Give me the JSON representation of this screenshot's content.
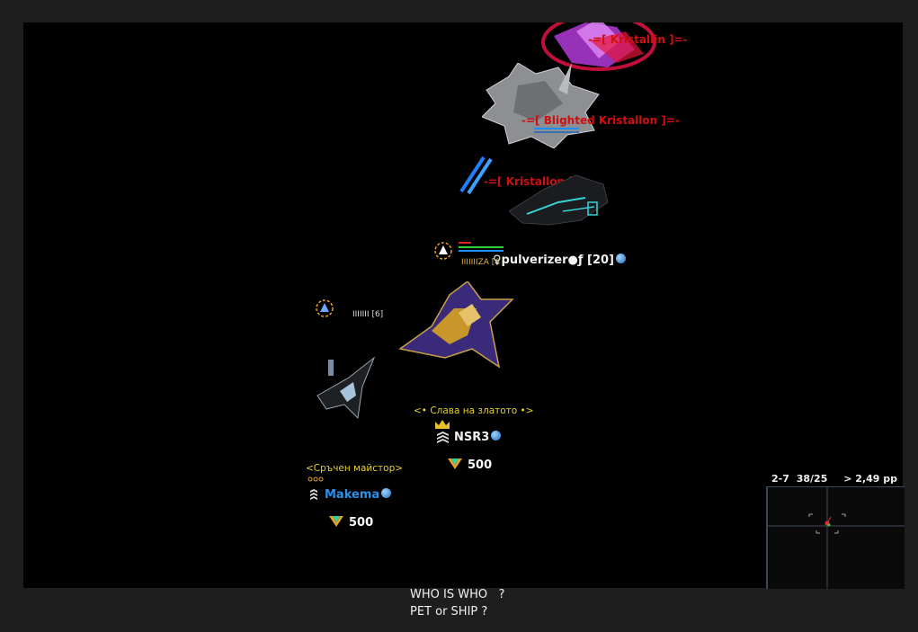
{
  "npcs": {
    "kristallin_label": "-=[ Kristallin ]=-",
    "blighted_label": "-=[ Blighted Kristallon ]=-",
    "kristallon_label": "-=[ Kristallon ]=-"
  },
  "players": {
    "pulverizer": {
      "name": "♀pulverizer●ƒ [20]",
      "tag": "IIIIIIIZA [6"
    },
    "pet_tag": "IIIIIII [6]",
    "nsr3": {
      "clan": "<• Слава на златото •>",
      "name": "NSR3",
      "score": "500"
    },
    "makema": {
      "clan": "<Сръчен майстор>",
      "name": "Makema",
      "score": "500"
    }
  },
  "minimap": {
    "hud_sector": "2-7",
    "hud_coords": "38/25",
    "hud_extra": "> 2,49 pp"
  },
  "caption": {
    "line1": "WHO IS WHO   ?",
    "line2": "PET or SHIP ?"
  },
  "colors": {
    "npc_name": "#d10f0f",
    "clan": "#e6d226",
    "makema": "#2e8fe8"
  }
}
